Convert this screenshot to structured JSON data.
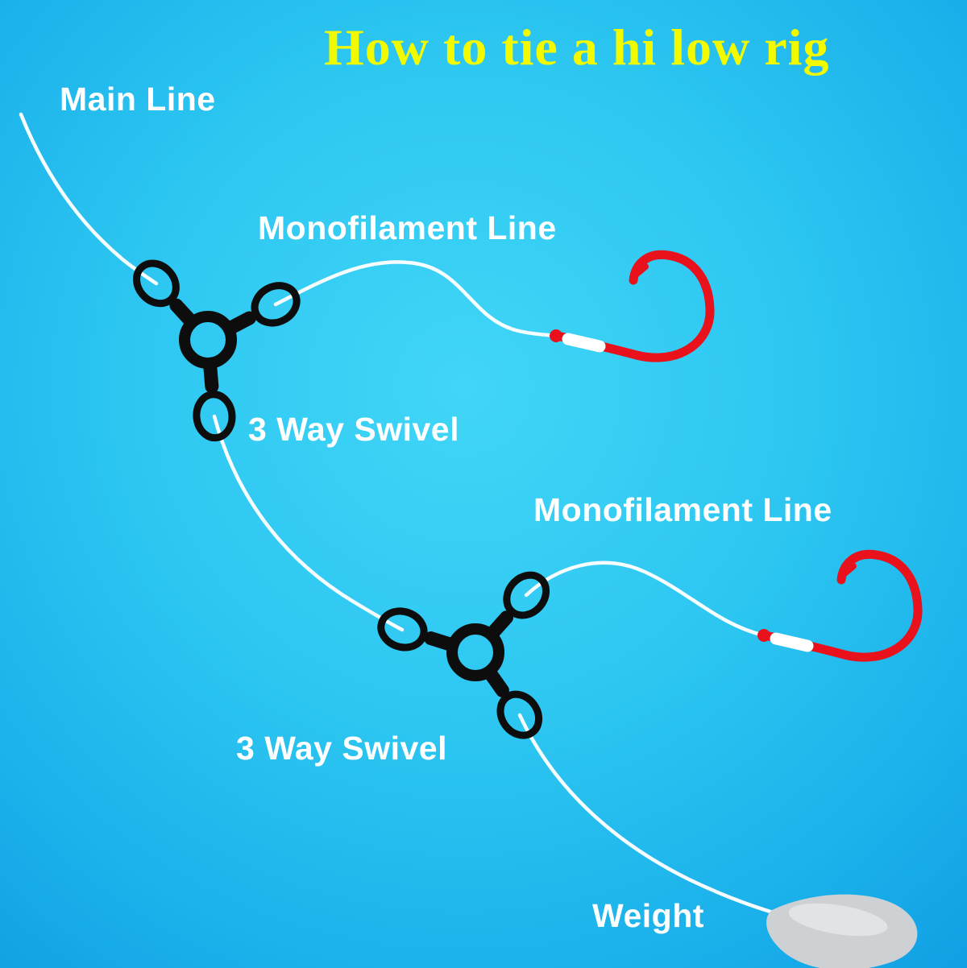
{
  "title": "How to tie a hi low rig",
  "labels": {
    "main_line": "Main Line",
    "monofilament_line_top": "Monofilament Line",
    "swivel_top": "3 Way Swivel",
    "monofilament_line_bottom": "Monofilament Line",
    "swivel_bottom": "3 Way Swivel",
    "weight": "Weight"
  },
  "colors": {
    "background_center": "#41d6f7",
    "background_edge": "#109fe3",
    "title_text": "#f2fa00",
    "label_text": "#ffffff",
    "fishing_line": "#ffffff",
    "hook_red": "#e8111c",
    "swivel_black": "#0d0d0d",
    "weight_gray": "#cdd1d4"
  }
}
